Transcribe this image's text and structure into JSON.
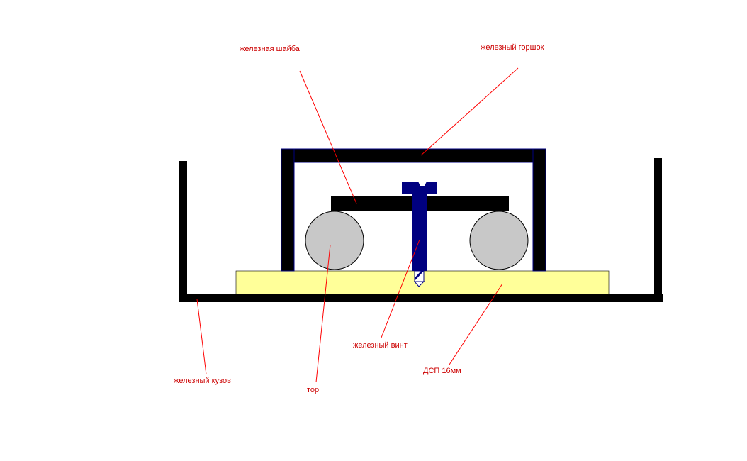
{
  "labels": {
    "washer": "железная шайба",
    "pot": "железный горшок",
    "screw": "железный винт",
    "body": "железный кузов",
    "toroid": "тор",
    "board": "ДСП 16мм"
  },
  "colors": {
    "label_text": "#cc0000",
    "leader_line": "#ff0000",
    "iron": "#000000",
    "screw": "#000080",
    "board_fill": "#ffff99",
    "toroid_fill": "#c8c8c8",
    "background": "#ffffff"
  }
}
